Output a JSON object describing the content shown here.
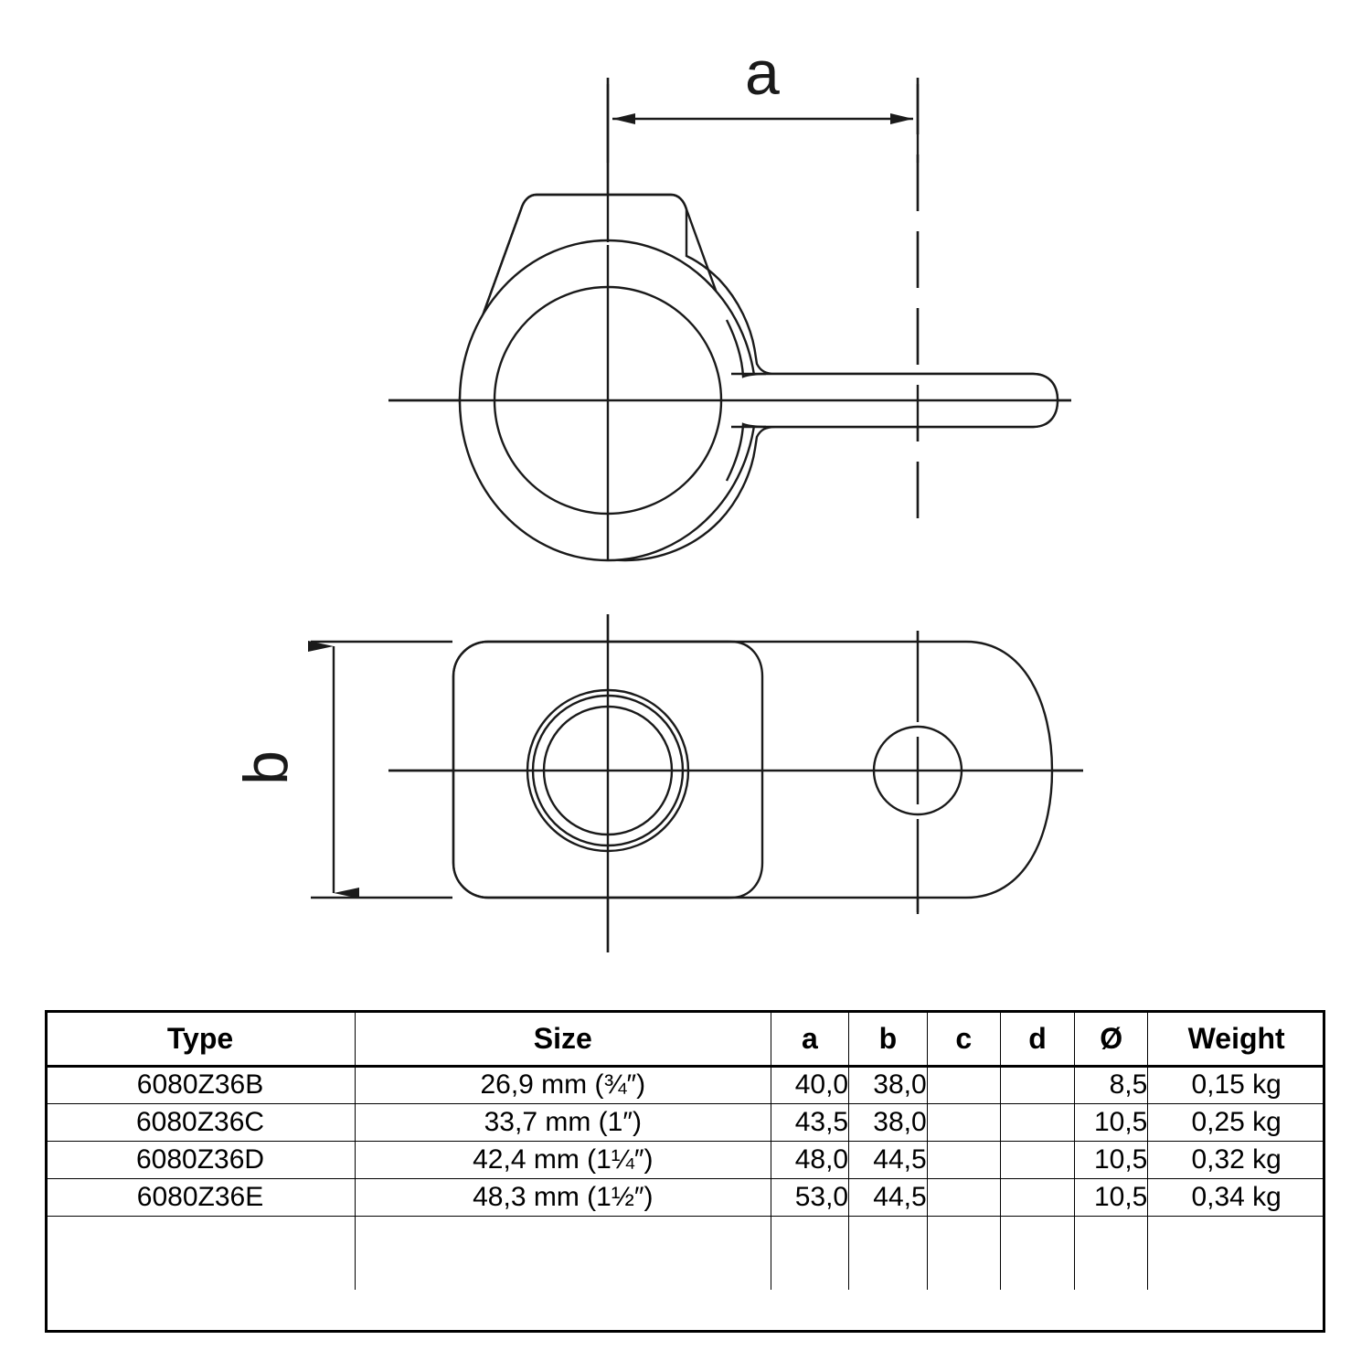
{
  "drawing": {
    "title_labels": {
      "dim_a": "a",
      "dim_b": "b"
    },
    "views": [
      {
        "name": "top-view",
        "description": "front elevation of swivel fitting with round boss and arm"
      },
      {
        "name": "side-view",
        "description": "plan view showing tube bore and pin hole"
      }
    ],
    "line_color": "#1a1a1a",
    "background": "#ffffff"
  },
  "table": {
    "headers": [
      "Type",
      "Size",
      "a",
      "b",
      "c",
      "d",
      "Ø",
      "Weight"
    ],
    "rows": [
      {
        "type": "6080Z36B",
        "size": "26,9 mm (¾″)",
        "a": "40,0",
        "b": "38,0",
        "c": "",
        "d": "",
        "dia": "8,5",
        "weight": "0,15 kg"
      },
      {
        "type": "6080Z36C",
        "size": "33,7 mm (1″)",
        "a": "43,5",
        "b": "38,0",
        "c": "",
        "d": "",
        "dia": "10,5",
        "weight": "0,25 kg"
      },
      {
        "type": "6080Z36D",
        "size": "42,4 mm (1¼″)",
        "a": "48,0",
        "b": "44,5",
        "c": "",
        "d": "",
        "dia": "10,5",
        "weight": "0,32 kg"
      },
      {
        "type": "6080Z36E",
        "size": "48,3 mm (1½″)",
        "a": "53,0",
        "b": "44,5",
        "c": "",
        "d": "",
        "dia": "10,5",
        "weight": "0,34 kg"
      }
    ]
  }
}
